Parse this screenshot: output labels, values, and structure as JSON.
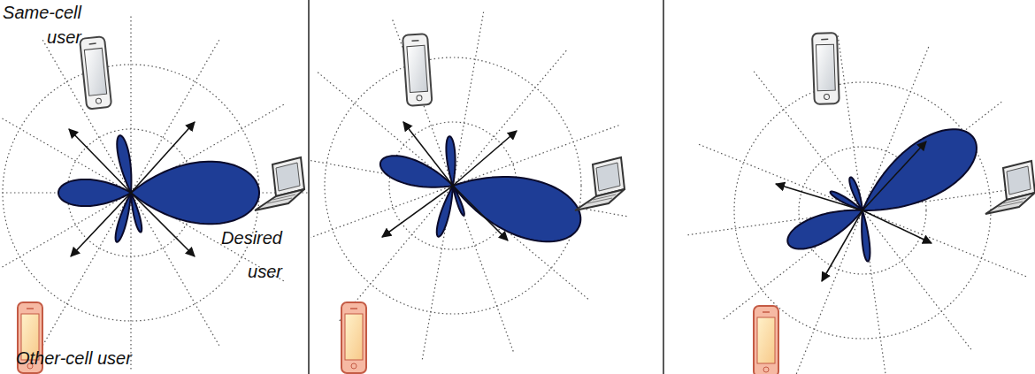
{
  "diagram": {
    "labels": [
      "Same-cell user",
      "Desired user",
      "Other-cell user"
    ]
  }
}
